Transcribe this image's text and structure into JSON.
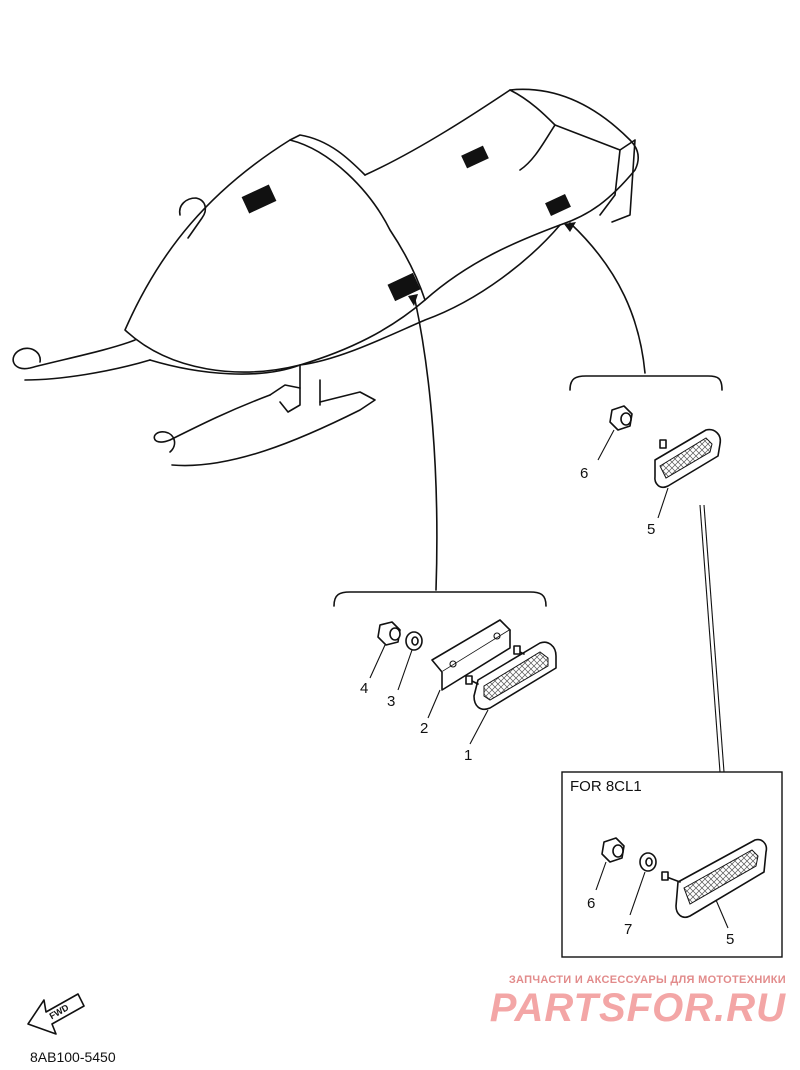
{
  "callouts": {
    "n1": "1",
    "n2": "2",
    "n3": "3",
    "n4": "4",
    "n5": "5",
    "n6": "6",
    "n5b": "5",
    "n6b": "6",
    "n7": "7"
  },
  "inset": {
    "title": "FOR 8CL1"
  },
  "fwd_label": "FWD",
  "diagram_code": "8AB100-5450",
  "watermark": {
    "tagline": "ЗАПЧАСТИ И АКСЕССУАРЫ ДЛЯ МОТОТЕХНИКИ",
    "brand": "PARTSFOR.RU"
  },
  "colors": {
    "line": "#111111",
    "watermark": "#f3a6a6"
  }
}
